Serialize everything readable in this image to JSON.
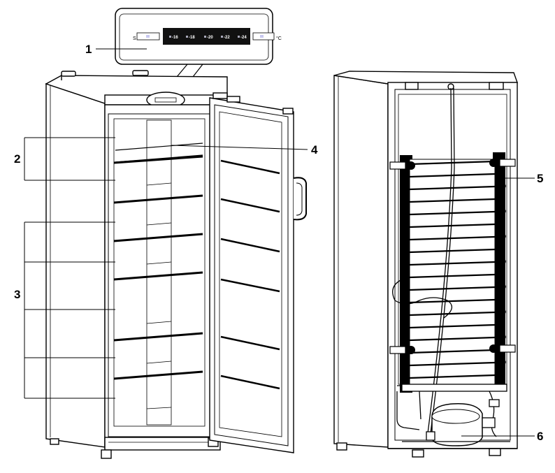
{
  "control_panel": {
    "left_label": "S",
    "right_label": "°C",
    "temperatures": [
      "-16",
      "-18",
      "-20",
      "-22",
      "-24"
    ]
  },
  "callouts": [
    {
      "id": "1",
      "label": "1"
    },
    {
      "id": "2",
      "label": "2"
    },
    {
      "id": "3",
      "label": "3"
    },
    {
      "id": "4",
      "label": "4"
    },
    {
      "id": "5",
      "label": "5"
    },
    {
      "id": "6",
      "label": "6"
    }
  ],
  "colors": {
    "line": "#000000",
    "panel_display": "#111111",
    "background": "#ffffff"
  }
}
